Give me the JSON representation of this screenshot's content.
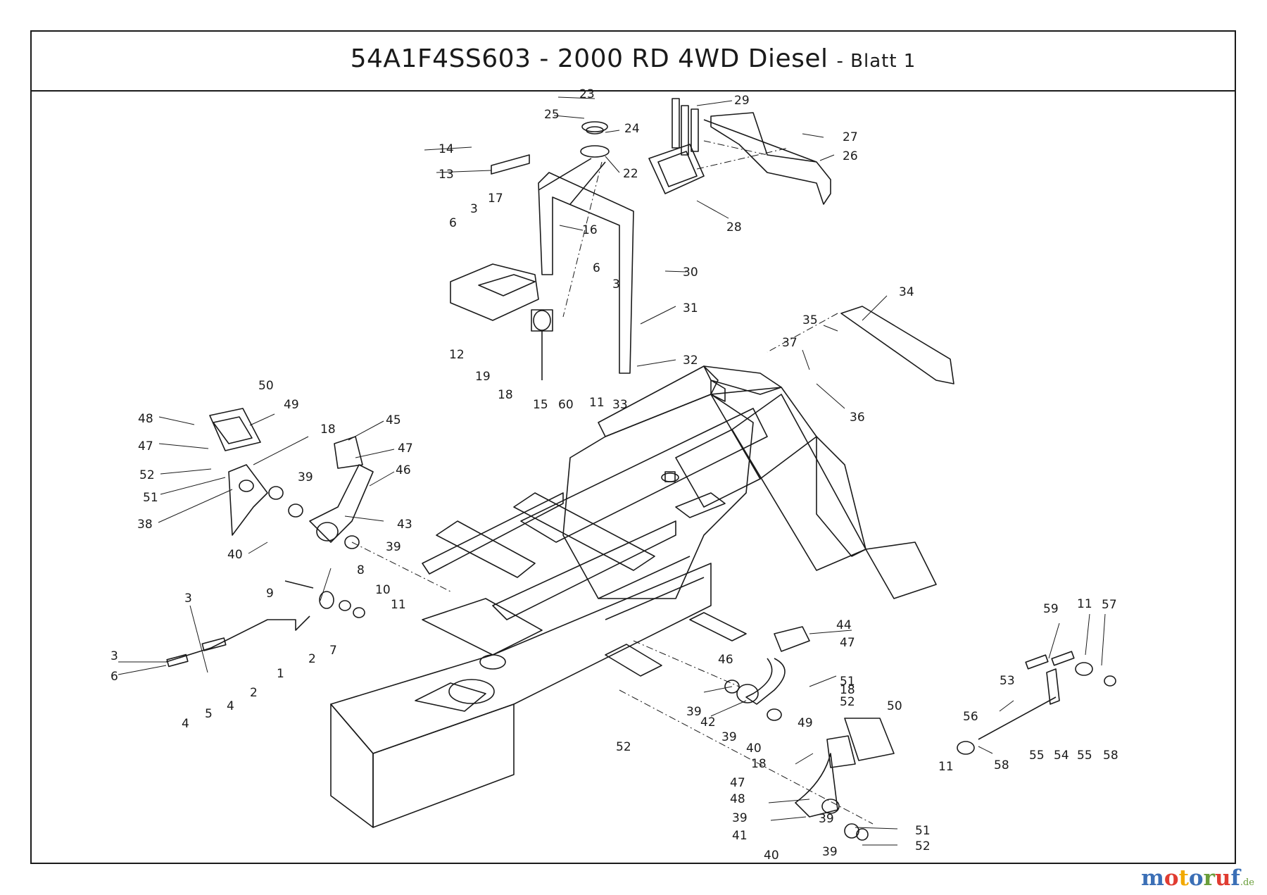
{
  "title": {
    "main": "54A1F4SS603 - 2000 RD 4WD Diesel",
    "sheet": "- Blatt 1"
  },
  "labels": [
    "1",
    "2",
    "2",
    "3",
    "3",
    "3",
    "3",
    "4",
    "4",
    "4",
    "5",
    "6",
    "6",
    "6",
    "7",
    "8",
    "9",
    "10",
    "11",
    "11",
    "11",
    "11",
    "12",
    "13",
    "14",
    "15",
    "16",
    "17",
    "18",
    "18",
    "18",
    "18",
    "19",
    "22",
    "23",
    "24",
    "25",
    "26",
    "27",
    "28",
    "29",
    "30",
    "31",
    "32",
    "33",
    "34",
    "35",
    "36",
    "37",
    "38",
    "39",
    "39",
    "39",
    "39",
    "39",
    "39",
    "39",
    "40",
    "40",
    "40",
    "40",
    "41",
    "42",
    "43",
    "44",
    "45",
    "46",
    "46",
    "47",
    "47",
    "47",
    "47",
    "48",
    "48",
    "49",
    "49",
    "50",
    "50",
    "51",
    "51",
    "51",
    "52",
    "52",
    "52",
    "52",
    "53",
    "54",
    "55",
    "55",
    "56",
    "57",
    "58",
    "58",
    "59",
    "60"
  ],
  "logo": {
    "letters": [
      "m",
      "o",
      "t",
      "o",
      "r",
      "u",
      "f"
    ],
    "letter_colors": [
      "#3b6fb6",
      "#e03c31",
      "#f2a900",
      "#3b6fb6",
      "#6a9e3a",
      "#e03c31",
      "#3b6fb6"
    ],
    "suffix": ".de"
  }
}
